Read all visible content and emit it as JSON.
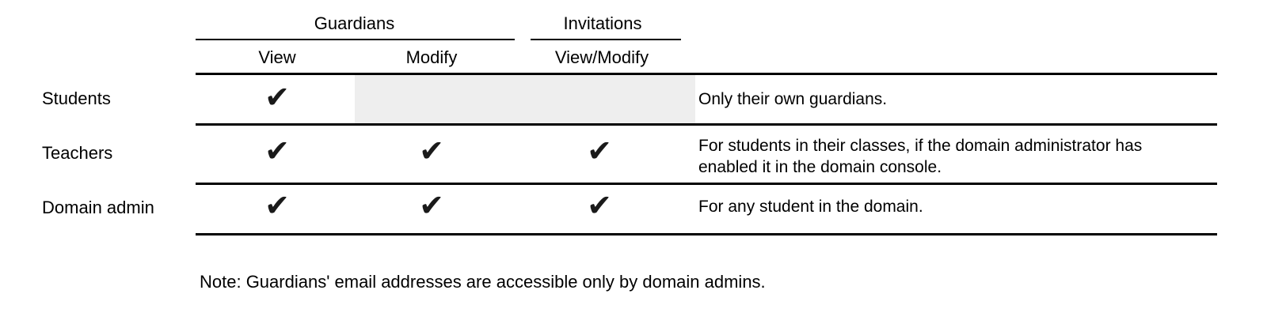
{
  "table": {
    "column_groups": [
      {
        "label": "Guardians"
      },
      {
        "label": "Invitations"
      }
    ],
    "sub_headers": {
      "guardians_view": "View",
      "guardians_modify": "Modify",
      "invitations_view_modify": "View/Modify"
    },
    "check_glyph": "✔",
    "rows": [
      {
        "label": "Students",
        "guardians_view": true,
        "guardians_modify": false,
        "invitations_view_modify": false,
        "disabled_cells": [
          "guardians_modify",
          "invitations_view_modify"
        ],
        "note": "Only their own guardians."
      },
      {
        "label": "Teachers",
        "guardians_view": true,
        "guardians_modify": true,
        "invitations_view_modify": true,
        "disabled_cells": [],
        "note": "For students in their classes, if the domain administrator has enabled it in the domain console."
      },
      {
        "label": "Domain admin",
        "guardians_view": true,
        "guardians_modify": true,
        "invitations_view_modify": true,
        "disabled_cells": [],
        "note": "For any student in the domain."
      }
    ]
  },
  "footnote": "Note: Guardians' email addresses are accessible only by domain admins.",
  "colors": {
    "text": "#000000",
    "rule": "#000000",
    "disabled_bg": "#eeeeee",
    "background": "#ffffff"
  }
}
